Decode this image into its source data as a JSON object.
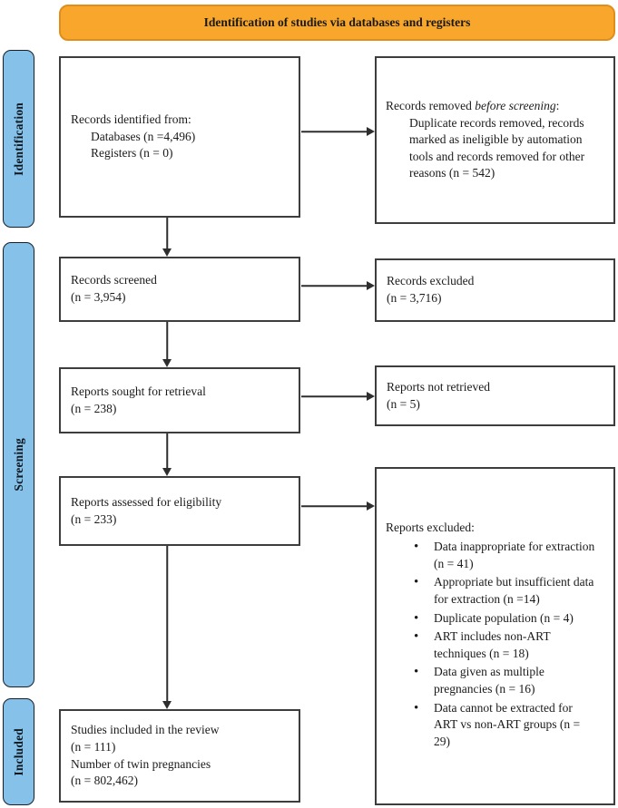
{
  "colors": {
    "banner_fill": "#F8A72C",
    "banner_border": "#E08E1B",
    "sidebar_fill": "#85C1E8",
    "sidebar_border": "#16202B",
    "box_border": "#3D3D3D",
    "arrow": "#2E2E2E"
  },
  "banner": {
    "title": "Identification of studies via databases and registers"
  },
  "sidebar": {
    "items": [
      {
        "label": "Identification"
      },
      {
        "label": "Screening"
      },
      {
        "label": "Included"
      }
    ]
  },
  "boxes": {
    "records_identified": {
      "line1": "Records identified from:",
      "line2": "Databases (n =4,496)",
      "line3": "Registers (n = 0)"
    },
    "records_removed": {
      "prefix": "Records removed ",
      "italic": "before screening",
      "suffix": ":",
      "detail": "Duplicate records removed, records marked as ineligible by automation tools and records removed for other reasons (n = 542)"
    },
    "records_screened": {
      "line1": "Records screened",
      "line2": "(n = 3,954)"
    },
    "records_excluded": {
      "line1": "Records excluded",
      "line2": "(n = 3,716)"
    },
    "reports_sought": {
      "line1": "Reports sought for retrieval",
      "line2": "(n = 238)"
    },
    "reports_not_retrieved": {
      "line1": "Reports not retrieved",
      "line2": "(n = 5)"
    },
    "reports_assessed": {
      "line1": "Reports assessed for eligibility",
      "line2": "(n = 233)"
    },
    "reports_excluded": {
      "title": "Reports excluded:",
      "items": [
        "Data inappropriate for extraction (n = 41)",
        "Appropriate but insufficient data for extraction (n =14)",
        "Duplicate population (n = 4)",
        "ART includes non-ART techniques (n = 18)",
        "Data given as multiple pregnancies (n = 16)",
        "Data cannot be extracted for ART vs non-ART groups (n = 29)"
      ]
    },
    "studies_included": {
      "line1": "Studies included in the review",
      "line2": "(n = 111)",
      "line3": "Number of twin pregnancies",
      "line4": "(n = 802,462)"
    }
  }
}
